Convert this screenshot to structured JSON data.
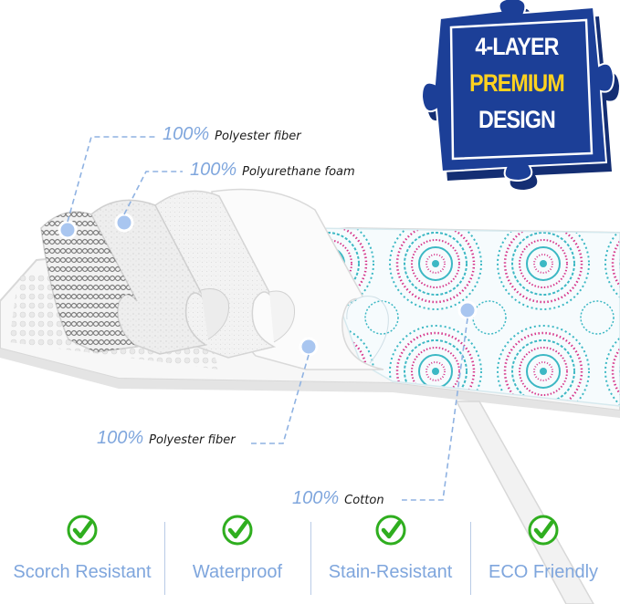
{
  "badge": {
    "line1": "4-LAYER",
    "line2": "PREMIUM",
    "line3": "DESIGN",
    "colors": {
      "background": "#1c3f97",
      "accent": "#ffd21f",
      "text": "#ffffff"
    }
  },
  "callouts": [
    {
      "percent": "100%",
      "material": "Polyester fiber"
    },
    {
      "percent": "100%",
      "material": "Polyurethane foam"
    },
    {
      "percent": "100%",
      "material": "Polyester fiber"
    },
    {
      "percent": "100%",
      "material": "Cotton"
    }
  ],
  "features": [
    {
      "label": "Scorch Resistant",
      "icon": "check-icon"
    },
    {
      "label": "Waterproof",
      "icon": "check-icon"
    },
    {
      "label": "Stain-Resistant",
      "icon": "check-icon"
    },
    {
      "label": "ECO Friendly",
      "icon": "check-icon"
    }
  ],
  "colors": {
    "accent_blue": "#7fa6dd",
    "check_green": "#2fae1f",
    "cover_teal": "#3cb8c4",
    "cover_pink": "#d7358a"
  }
}
